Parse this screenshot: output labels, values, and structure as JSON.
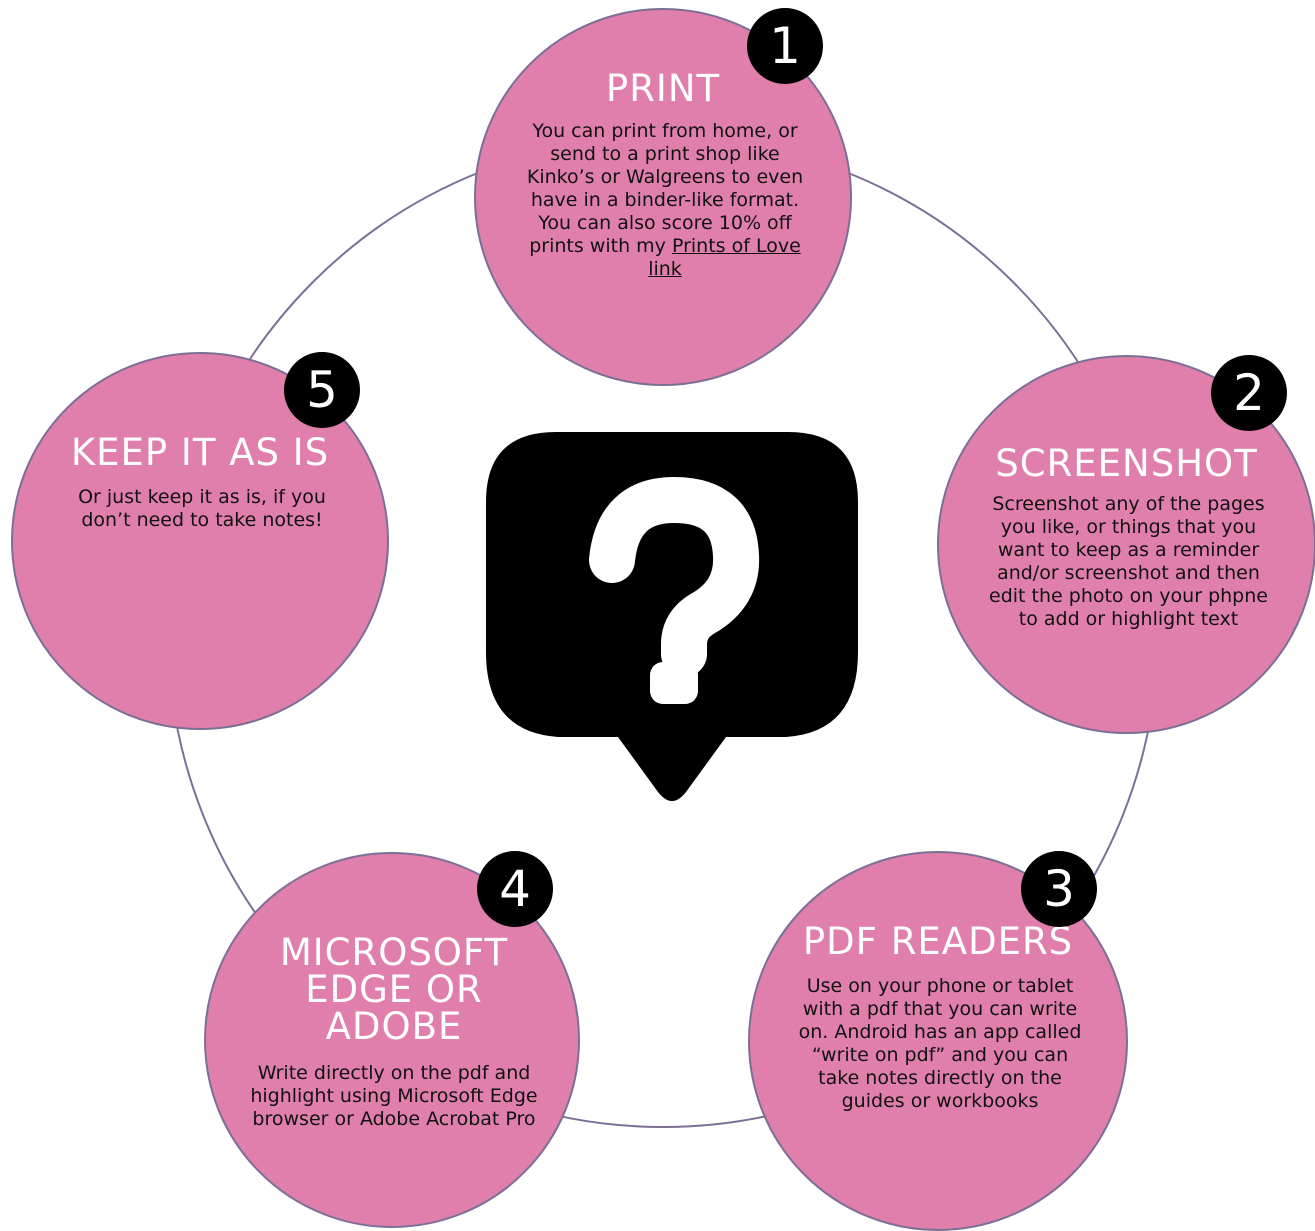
{
  "colors": {
    "node_fill": "#e07fab",
    "node_border": "#7c6f95",
    "ring_line": "#7c6f95",
    "badge": "#000000",
    "title_text": "#ffffff",
    "body_text": "#111111"
  },
  "center_icon": "question-speech-bubble-icon",
  "steps": [
    {
      "number": "1",
      "title": "PRINT",
      "body": "You can print from home, or send to a print shop like Kinko’s or Walgreens to even have in a binder-like format. You can also score 10% off prints with my",
      "link": "Prints of Love link"
    },
    {
      "number": "2",
      "title": "SCREENSHOT",
      "body": "Screenshot any of the pages you like, or things that you want to keep as a reminder and/or screenshot and then edit the photo on your phpne to add or highlight text"
    },
    {
      "number": "3",
      "title": "PDF READERS",
      "body": "Use on your phone or tablet with a pdf that you can write on. Android has an app called “write on pdf” and you can take notes directly on the guides or workbooks"
    },
    {
      "number": "4",
      "title": "MICROSOFT EDGE OR ADOBE",
      "body": "Write directly on the pdf and highlight using Microsoft Edge browser or Adobe Acrobat Pro"
    },
    {
      "number": "5",
      "title": "KEEP IT AS IS",
      "body": "Or just keep it as is, if you don’t need to take notes!"
    }
  ]
}
